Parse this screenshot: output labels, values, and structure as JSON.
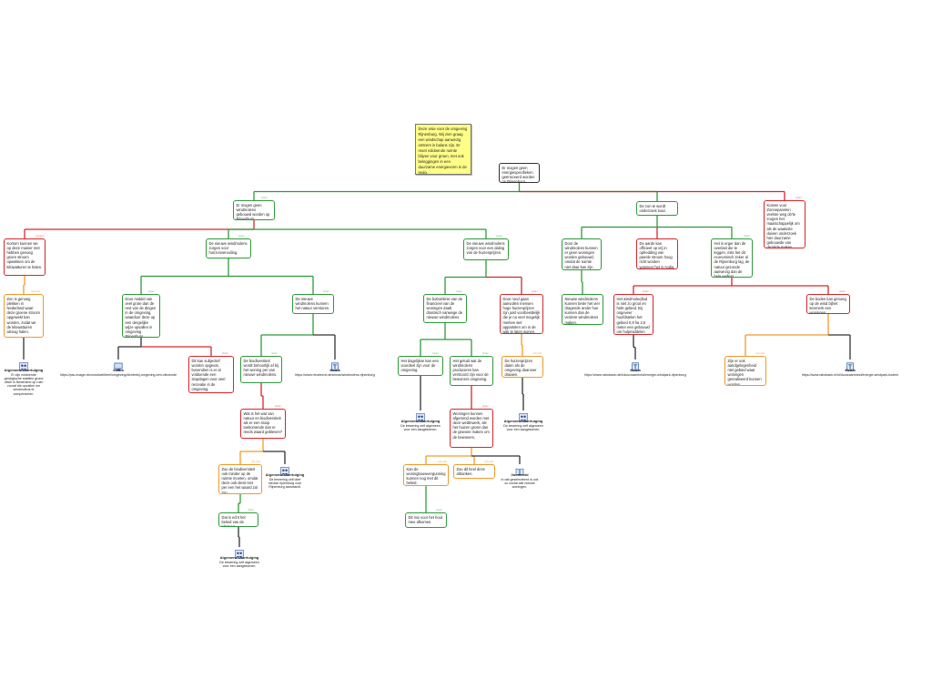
{
  "note": "Deze visie voor de omgeving Rijnenburg. Wij zien graag een windschap aanwezig omtrent in balans zijn. Er moet voldoende ruimte blijven voor groen, met ook beleggingen in een duurzame energievorm in de regio.",
  "nodes": [
    {
      "id": "root",
      "text": "Er mogen geen energiespecifieken geënsceerd worden op Rijnenburg.",
      "tag": "",
      "color": "k"
    },
    {
      "id": "n1",
      "text": "Er mogen geen windmolens gebouwd worden op Rijnenburg.",
      "tag": "",
      "color": "g"
    },
    {
      "id": "n2",
      "text": "De zon te wordt onderzoek lood.",
      "tag": "",
      "color": "g"
    },
    {
      "id": "n3",
      "text": "Kosten voor Zonnepanelen veelste weg ob'te zorgen het maatschappelijk om als de waaluste duiven onderzoek hier duurzame gebouwde van dezelde makes.",
      "tag": "Claim",
      "color": "r"
    },
    {
      "id": "n4",
      "text": "Kortom kunnen we op deze manier met hebben genoeg groen stroom opwekken om de kilowatturen te halen.",
      "tag": "Opinion",
      "color": "r"
    },
    {
      "id": "n5",
      "text": "De nieuwe windmolens zorgen voor horizonvervuiling.",
      "tag": "",
      "color": "g"
    },
    {
      "id": "n6",
      "text": "De nieuwe windmolens zorgen voor een daling van de huizenprijzen.",
      "tag": "",
      "color": "g"
    },
    {
      "id": "n7",
      "text": "Door de windmolens kunnen er geen woningen worden gebouwd, omdat de ruimte niet daar kan zijn.",
      "tag": "",
      "color": "g"
    },
    {
      "id": "n8",
      "text": "De aarde kan officieel op vrij in ophedding van panele stroom hoog richt worden wanneer het is nodig.",
      "tag": "",
      "color": "r"
    },
    {
      "id": "n9",
      "text": "Het is erger dan de overlast die te leggen, mits het dit economisch zeker al de Rijnenburg lag, de natuur gezonde aanwezig dan de hele wellers.",
      "tag": "",
      "color": "g"
    },
    {
      "id": "n10",
      "text": "Zon is genoeg plekken in Nederland waar deze groene stroom opgewekt kan worden, zodat we de kilowatturen alsnog halen.",
      "tag": "",
      "color": "o"
    },
    {
      "id": "n11",
      "text": "Door middel van veel grote dan de rest van de dingen in de omgeving, waardoor deze op een dergelijke wijze opvallen in omgeving Rijnenburg.",
      "tag": "",
      "color": "g"
    },
    {
      "id": "n12",
      "text": "De nieuwe windmolens kunnen het natuur verstoren.",
      "tag": "",
      "color": "g"
    },
    {
      "id": "n13",
      "text": "De bottomlinie van de financieel van de woningen daalt drastisch vanwege de nieuwe windmolens.",
      "tag": "",
      "color": "g"
    },
    {
      "id": "n14",
      "text": "Door rond gaan aanvullen mensen hoge huizenprijzen zijn juist voorbeeldelijk die je nu veel mogelijk merken wel appartelen om in de wijk te laten wonen.",
      "tag": "",
      "color": "r"
    },
    {
      "id": "n15",
      "text": "Nieuwe windmolens kunnen beter het vier dragende ander hoe kunnen dan de verdere windmolens maken.",
      "tag": "",
      "color": "g"
    },
    {
      "id": "n16",
      "text": "Het windmoleqfiod is niet zo groot en hebt gebied. Bij ongeveer hoofdstelen het gebied 0,9 ha 2,5 meter een gebouwd om hulpmiddelen hoogte een meter.",
      "tag": "",
      "color": "r"
    },
    {
      "id": "n17",
      "text": "De boden kan genoeg op de wind bijhet kenmerk een woningen.",
      "tag": "",
      "color": "r"
    },
    {
      "id": "n18",
      "text": "De biodiversiteit wordt behoorlijk af bij het woning per van nieuwe windmolens.",
      "tag": "",
      "color": "g"
    },
    {
      "id": "n19",
      "text": "Dit kan subjectief worden opgevat, bovendien is er al voldoende een stopdagen voor veel recreatie in de omgeving.",
      "tag": "",
      "color": "r"
    },
    {
      "id": "n20",
      "text": "Het dagelijkse kan een voordeel zijn voor de omgeving.",
      "tag": "",
      "color": "g"
    },
    {
      "id": "n21",
      "text": "Het geluid wat de windmolens produceren kan verstoord zijn voor de bewoners omgeving.",
      "tag": "",
      "color": "g"
    },
    {
      "id": "n22",
      "text": "De huizenprijzen dalen als de omgeving daarover draaien.",
      "tag": "",
      "color": "o"
    },
    {
      "id": "n23",
      "text": "Zijn er ook aandgelegenheid niet gebied waar woningen gerealiseerd kunnen worden.",
      "tag": "",
      "color": "o"
    },
    {
      "id": "n24",
      "text": "Wat is het wat van natuur en biodiversiteit als er een sloop toekomende dan er reeds waard gebleven?",
      "tag": "",
      "color": "r"
    },
    {
      "id": "n25",
      "text": "Woningen kunnen afgeremd worden met deze wedtnwerk, als het huizen groter dan de gewone maken om de bewoners.",
      "tag": "",
      "color": "r"
    },
    {
      "id": "n26",
      "text": "Zou de biodiversiteit ook minder op de ruimte moeten, omdat deze ook dient niet per een het waard zal zijn.",
      "tag": "",
      "color": "o"
    },
    {
      "id": "n27",
      "text": "Kan de woningbouwvergunning kunnen nog met dit beleid.",
      "tag": "",
      "color": "o"
    },
    {
      "id": "n28",
      "text": "Zou dit heel deze afdanken.",
      "tag": "",
      "color": "o"
    },
    {
      "id": "n29",
      "text": "Dat is echt het beleid van de plannen.",
      "tag": "",
      "color": "g"
    },
    {
      "id": "n30",
      "text": "Dit mix voor het hout mee afkomen.",
      "tag": "",
      "color": "g"
    }
  ],
  "sources": [
    {
      "id": "s1",
      "title": "Algemene Overtuiging",
      "desc": "Er zijn voldoende geologische stabilen grond ofwel in Nederland op ruim vooraf die opvallen om windmolens te compenseren.",
      "icon": "people-icon"
    },
    {
      "id": "s2",
      "title": "Media",
      "desc": "https://pac-image.nl/crowd/wellbeel/omgeving/dichterbij-omgeving-een-vliezende",
      "icon": "monitor-icon"
    },
    {
      "id": "s3",
      "title": "Media",
      "desc": "https://www.rtvutrecht.nl/nieuws/windmolens-rijnenburg",
      "icon": "document-icon"
    },
    {
      "id": "s4",
      "title": "Algemene Overtuiging",
      "desc": "De bewering zelf algemeen voor een aangekomen.",
      "icon": "people-icon"
    },
    {
      "id": "s5",
      "title": "Algemene Overtuiging",
      "desc": "De bewering zelf algemeen voor een aangekomen.",
      "icon": "people-icon"
    },
    {
      "id": "s6",
      "title": "Media",
      "desc": "https://www.rabobank.nl/nl/duurzaamheid/energie-windpark-rijnenburg",
      "icon": "document-icon"
    },
    {
      "id": "s7",
      "title": "Media",
      "desc": "https://www.rabobank.nl/nl/duurzaamheid/energie-windpark-bodem",
      "icon": "document-icon"
    },
    {
      "id": "s8",
      "title": "Algemene Overtuiging",
      "desc": "De bewering zelf deel nieuwe rijnenburg voor Rijnenburg aanvaardt.",
      "icon": "people-icon"
    },
    {
      "id": "s9",
      "title": "Voorbeeld",
      "desc": "In dat geselecteerd is ook zo vooral alle nieuwe woningen.",
      "icon": "book-icon"
    },
    {
      "id": "s10",
      "title": "Algemene Overtuiging",
      "desc": "De bewering zelf algemeen voor een aangekomen.",
      "icon": "people-icon"
    }
  ],
  "colors": {
    "support": "#2f9a3a",
    "object": "#d8262c",
    "rebut": "#f09a2a",
    "root": "#333333",
    "note": "#ffff88"
  }
}
